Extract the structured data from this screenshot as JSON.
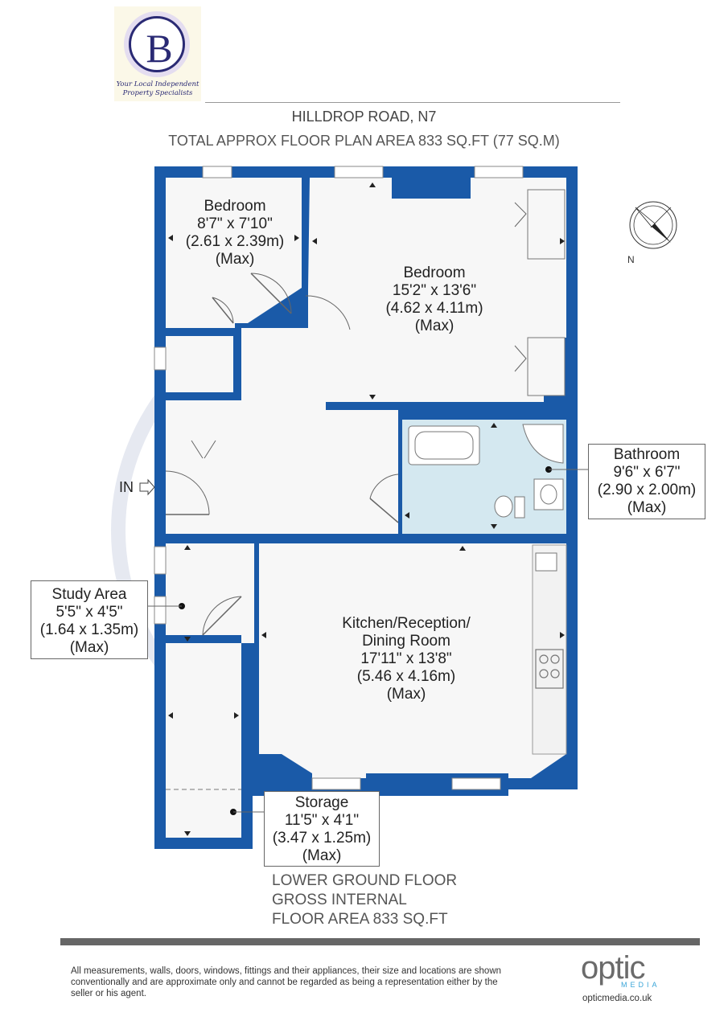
{
  "agency_logo": {
    "letter": "B",
    "tagline_line1": "Your Local Independent",
    "tagline_line2": "Property Specialists"
  },
  "header": {
    "address": "HILLDROP ROAD, N7",
    "total_area": "TOTAL APPROX FLOOR PLAN AREA 833 SQ.FT (77 SQ.M)"
  },
  "compass": {
    "label": "N"
  },
  "colors": {
    "wall": "#1a5aa8",
    "floor": "#f7f7f7",
    "bathroom_floor": "#d4e8f0",
    "watermark": "#dfe3ee",
    "text": "#222222"
  },
  "rooms": {
    "bedroom_small": {
      "name": "Bedroom",
      "dims_imperial": "8'7\" x 7'10\"",
      "dims_metric": "(2.61 x 2.39m)",
      "qualifier": "(Max)"
    },
    "bedroom_large": {
      "name": "Bedroom",
      "dims_imperial": "15'2\" x 13'6\"",
      "dims_metric": "(4.62 x 4.11m)",
      "qualifier": "(Max)"
    },
    "bathroom": {
      "name": "Bathroom",
      "dims_imperial": "9'6\" x 6'7\"",
      "dims_metric": "(2.90 x 2.00m)",
      "qualifier": "(Max)"
    },
    "kitchen": {
      "name_line1": "Kitchen/Reception/",
      "name_line2": "Dining Room",
      "dims_imperial": "17'11\" x 13'8\"",
      "dims_metric": "(5.46 x 4.16m)",
      "qualifier": "(Max)"
    },
    "study": {
      "name": "Study Area",
      "dims_imperial": "5'5\" x 4'5\"",
      "dims_metric": "(1.64 x 1.35m)",
      "qualifier": "(Max)"
    },
    "storage": {
      "name": "Storage",
      "dims_imperial": "11'5\" x 4'1\"",
      "dims_metric": "(3.47 x 1.25m)",
      "qualifier": "(Max)"
    }
  },
  "entrance": {
    "label": "IN"
  },
  "floor_note": {
    "line1": "LOWER GROUND FLOOR",
    "line2": "GROSS INTERNAL",
    "line3": "FLOOR AREA 833 SQ.FT"
  },
  "footer": {
    "disclaimer": "All measurements, walls, doors, windows, fittings and their appliances, their size and locations are shown conventionally and are approximate only and cannot be regarded as being a representation either by the seller or his agent.",
    "brand_word": "optic",
    "brand_sub": "MEDIA",
    "brand_url": "opticmedia.co.uk"
  }
}
